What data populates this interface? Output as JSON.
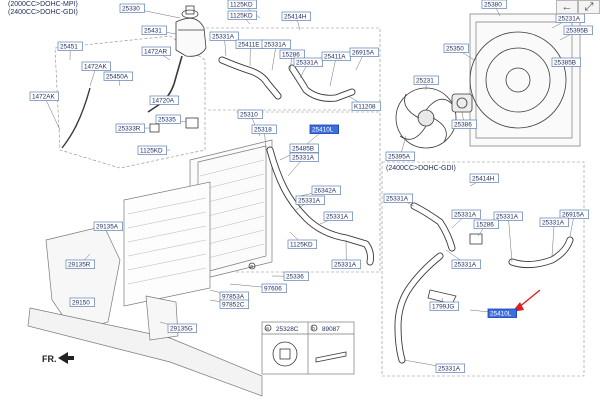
{
  "variants": {
    "mpi": "(2000CC>DOHC-MPI)",
    "gdi": "(2400CC>DOHC-GDI)",
    "gdi_inset": "(2400CC>DOHC-GDI)"
  },
  "callouts": {
    "c_25330": "25330",
    "c_1125kd_top": "1125KD",
    "c_25414h_top": "25414H",
    "c_25380": "25380",
    "c_25231a_r": "25231A",
    "c_25431": "25431",
    "c_25331a_t1": "25331A",
    "c_1125kd_mid": "1125KD",
    "c_25411e": "25411E",
    "c_25331a_t2": "25331A",
    "c_25350": "25350",
    "c_25395b": "25395B",
    "c_25451": "25451",
    "c_1472ar": "1472AR",
    "c_15286": "15286",
    "c_25331a_t3": "25331A",
    "c_25411a": "25411A",
    "c_26915a_top": "26915A",
    "c_1472ak_l": "1472AK",
    "c_1472ak_s": "1472AK",
    "c_25450a": "25450A",
    "c_25385b": "25385B",
    "c_14720a": "14720A",
    "c_k11208": "K11208",
    "c_25231": "25231",
    "c_25335": "25335",
    "c_25333r": "25333R",
    "c_25310": "25310",
    "c_25318": "25318",
    "c_25410l": "25410L",
    "c_25386": "25386",
    "c_1125kd_l": "1125KD",
    "c_25485b": "25485B",
    "c_25331a_m1": "25331A",
    "c_25395a": "25395A",
    "c_26342a": "26342A",
    "c_25331a_m2": "25331A",
    "c_25414h_in": "25414H",
    "c_25331a_i1": "25331A",
    "c_25331a_m3": "25331A",
    "c_25331a_i2": "25331A",
    "c_25331a_i3": "25331A",
    "c_26915a_in": "26915A",
    "c_29135a": "29135A",
    "c_1125kd_b": "1125KD",
    "c_25331a_i4": "25331A",
    "c_15286_in": "15286",
    "c_25331a_m4": "25331A",
    "c_29135r": "29135R",
    "c_25331a_i5": "25331A",
    "c_25336": "25336",
    "c_97606": "97606",
    "c_1799jg": "1799JG",
    "c_97853a": "97853A",
    "c_97852c": "97852C",
    "c_29150": "29150",
    "c_25410l_in": "25410L",
    "c_29135g": "29135G",
    "c_25331a_i6": "25331A"
  },
  "legend": {
    "a_letter": "a",
    "a_part": "25328C",
    "b_letter": "b",
    "b_part": "89087"
  },
  "circle_labels": {
    "a": "a",
    "b": "b"
  },
  "direction": "FR.",
  "ui": {
    "back_icon": "arrow-left",
    "back_glyph": "←",
    "expand_icon": "expand-arrows",
    "expand_glyph": "⤢"
  },
  "colors": {
    "highlight": "#3b6fe0",
    "label_border": "#5d7fb5",
    "arrow": "#e02020"
  }
}
